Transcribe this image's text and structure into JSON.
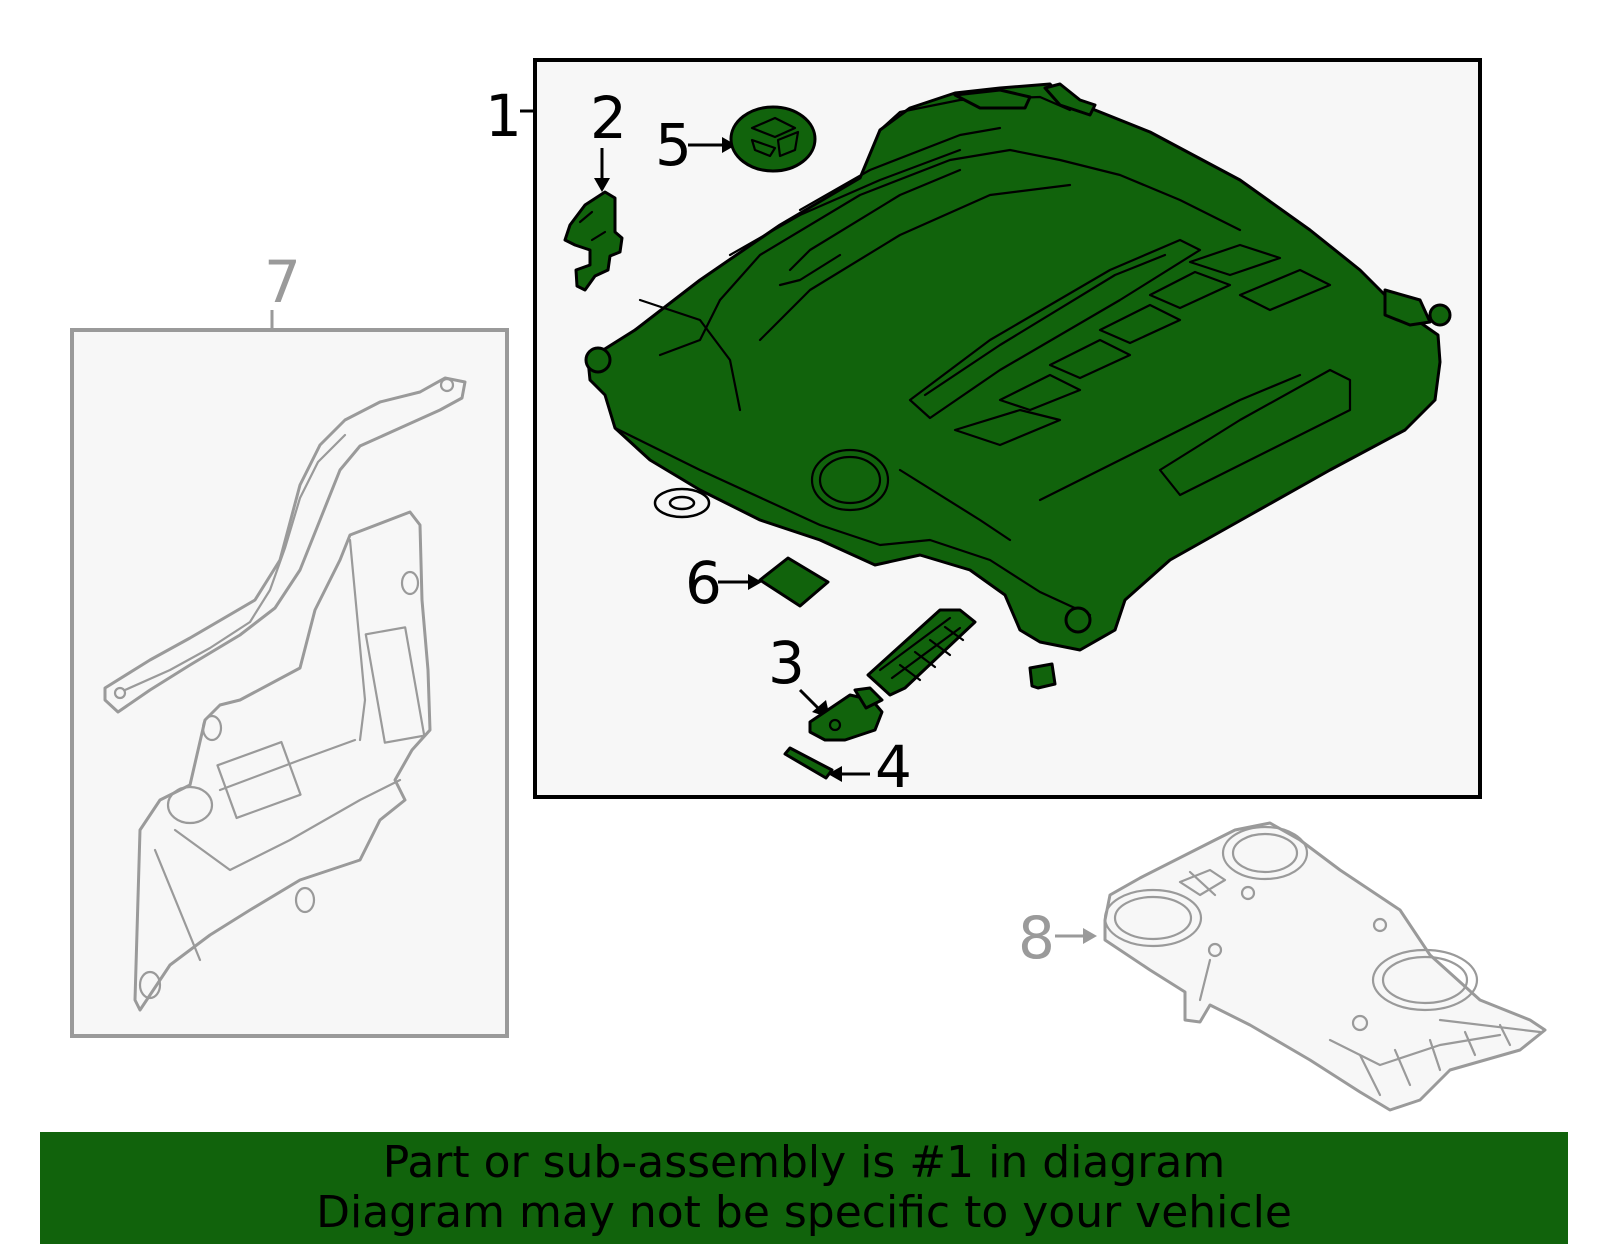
{
  "callouts": {
    "c1": "1",
    "c2": "2",
    "c3": "3",
    "c4": "4",
    "c5": "5",
    "c6": "6",
    "c7": "7",
    "c8": "8"
  },
  "colors": {
    "highlight": "#11630c",
    "ghost_outline": "#9a9a9a",
    "box_fill": "#f7f7f7"
  },
  "banner": {
    "line1": "Part or sub-assembly is #1 in diagram",
    "line2": "Diagram may not be specific to your vehicle"
  }
}
